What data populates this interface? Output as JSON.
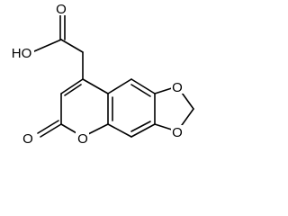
{
  "molecule": {
    "labels": {
      "hydroxyl": "HO",
      "carbonyl_acid_o": "O",
      "lactone_carbonyl_o": "O",
      "ring_oxygen": "O",
      "dioxole_o_upper": "O",
      "dioxole_o_lower": "O"
    },
    "colors": {
      "bond": "#000000",
      "text": "#000000",
      "background": "#ffffff"
    }
  }
}
